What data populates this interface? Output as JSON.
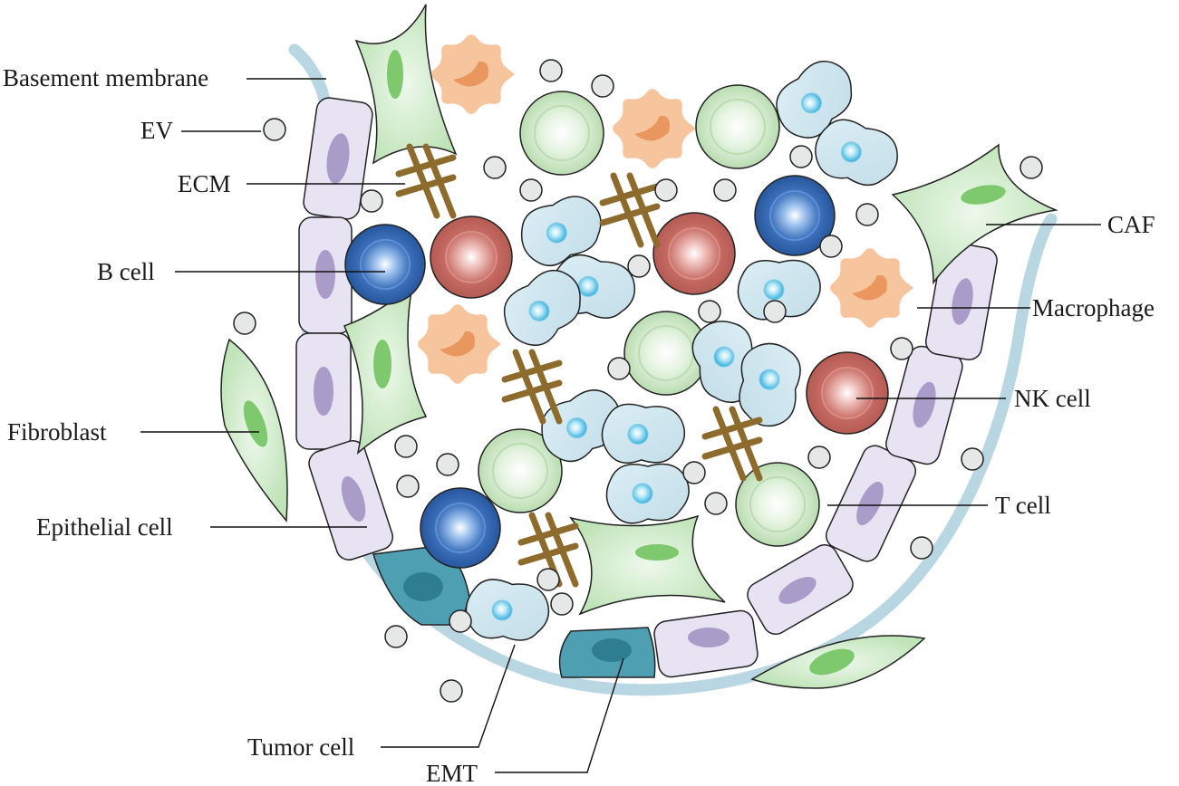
{
  "labels": {
    "basement_membrane": "Basement membrane",
    "ev": "EV",
    "ecm": "ECM",
    "b_cell": "B cell",
    "fibroblast": "Fibroblast",
    "epithelial_cell": "Epithelial cell",
    "tumor_cell": "Tumor cell",
    "emt": "EMT",
    "caf": "CAF",
    "macrophage": "Macrophage",
    "nk_cell": "NK cell",
    "t_cell": "T cell"
  },
  "colors": {
    "membrane": "#b9d7e2",
    "epithelial_fill": "#e7e3f2",
    "epithelial_nucleus": "#a99cc9",
    "emt_fill": "#4f9fb2",
    "emt_nucleus": "#2f7d90",
    "tumor_fill": "#d3e7ef",
    "tumor_nucleus": "#3fb5dd",
    "b_cell": "#3466b0",
    "nk_cell": "#c9726b",
    "t_cell": "#cfe8c8",
    "macrophage": "#f6c49d",
    "caf": "#cbe9c6",
    "caf_nucleus": "#7ec96e",
    "ecm": "#8d6b2c",
    "ev": "#e6e8e8"
  }
}
